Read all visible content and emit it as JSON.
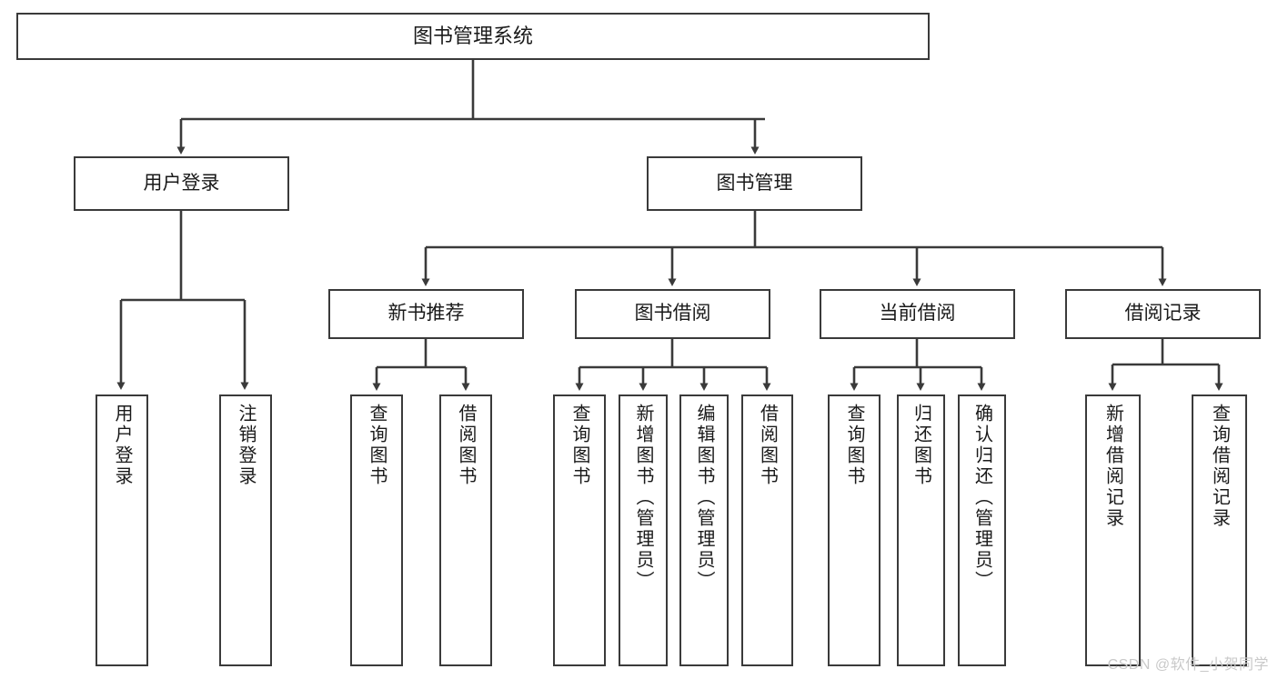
{
  "diagram": {
    "title": "图书管理系统",
    "type": "tree-hierarchy",
    "background_color": "#ffffff",
    "node_border_color": "#3a3a3a",
    "node_fill_color": "#ffffff",
    "edge_color": "#3a3a3a",
    "text_color": "#1a1a1a"
  },
  "watermark": {
    "text": "CSDN @软件_小贺同学",
    "color": "#c9c9c9"
  },
  "nodes": {
    "root": {
      "label": "图书管理系统"
    },
    "level2": [
      {
        "id": "user-login",
        "label": "用户登录"
      },
      {
        "id": "book-management",
        "label": "图书管理"
      }
    ],
    "level3": [
      {
        "id": "new-book-recommend",
        "label": "新书推荐"
      },
      {
        "id": "book-borrow",
        "label": "图书借阅"
      },
      {
        "id": "current-borrow",
        "label": "当前借阅"
      },
      {
        "id": "borrow-record",
        "label": "借阅记录"
      }
    ],
    "leaves": [
      {
        "id": "leaf-user-login",
        "label": "用户登录",
        "parent": "user-login"
      },
      {
        "id": "leaf-logout",
        "label": "注销登录",
        "parent": "user-login"
      },
      {
        "id": "leaf-query-book-1",
        "label": "查询图书",
        "parent": "new-book-recommend"
      },
      {
        "id": "leaf-borrow-book-1",
        "label": "借阅图书",
        "parent": "new-book-recommend"
      },
      {
        "id": "leaf-query-book-2",
        "label": "查询图书",
        "parent": "book-borrow"
      },
      {
        "id": "leaf-add-book",
        "label": "新增图书（管理员）",
        "parent": "book-borrow"
      },
      {
        "id": "leaf-edit-book",
        "label": "编辑图书（管理员）",
        "parent": "book-borrow"
      },
      {
        "id": "leaf-borrow-book-2",
        "label": "借阅图书",
        "parent": "book-borrow"
      },
      {
        "id": "leaf-query-book-3",
        "label": "查询图书",
        "parent": "current-borrow"
      },
      {
        "id": "leaf-return-book",
        "label": "归还图书",
        "parent": "current-borrow"
      },
      {
        "id": "leaf-confirm-return",
        "label": "确认归还（管理员）",
        "parent": "current-borrow"
      },
      {
        "id": "leaf-add-record",
        "label": "新增借阅记录",
        "parent": "borrow-record"
      },
      {
        "id": "leaf-query-record",
        "label": "查询借阅记录",
        "parent": "borrow-record"
      }
    ]
  }
}
